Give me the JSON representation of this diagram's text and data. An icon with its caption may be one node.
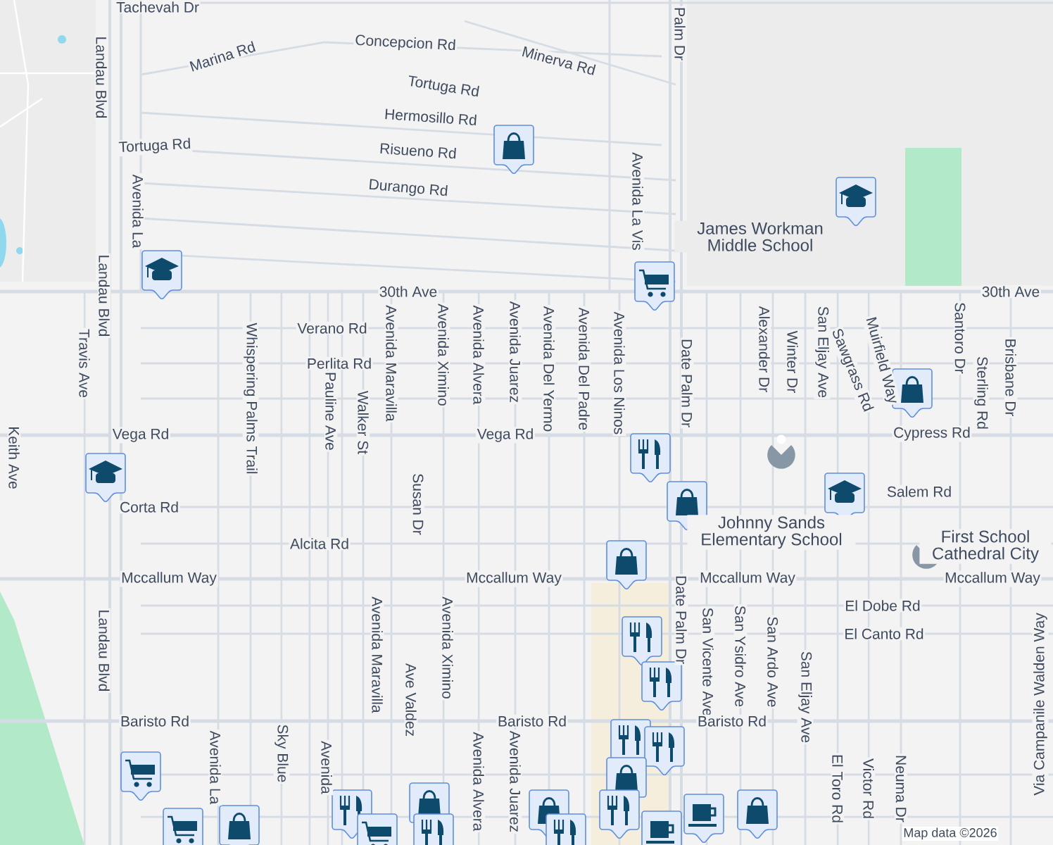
{
  "diagram": {
    "labels": [
      "Tachevah Dr",
      "Palm Dr",
      "Concepcion Rd",
      "Marina Rd",
      "Minerva Rd",
      "Landau Blvd",
      "Tortuga Rd",
      "Hermosillo Rd",
      "Tortuga Rd",
      "Risueno Rd",
      "Durango Rd",
      "Avenida La",
      "Avenida La Vis",
      "James Workman Middle School",
      "Landau Blvd",
      "30th Ave",
      "30th Ave",
      "Verano Rd",
      "Travis Ave",
      "Whispering Palms Trail",
      "Avenida Maravilla",
      "Avenida Ximino",
      "Avenida Alvera",
      "Avenida Juarez",
      "Avenida Del Yermo",
      "Avenida Del Padre",
      "Avenida Los Ninos",
      "Date Palm Dr",
      "Alexander Dr",
      "Winter Dr",
      "San Eljay Ave",
      "Sawgrass Rd",
      "Muirfield Way",
      "Santoro Dr",
      "Brisbane Dr",
      "Perlita Rd",
      "Pauline Ave",
      "Walker St",
      "Vega Rd",
      "Vega Rd",
      "Sterling Rd",
      "Cypress Rd",
      "Keith Ave",
      "Salem Rd",
      "Corta Rd",
      "Susan Dr",
      "Johnny Sands Elementary School",
      "First School Cathedral City",
      "Alcita Rd",
      "Mccallum Way",
      "Mccallum Way",
      "Mccallum Way",
      "Mccallum Way",
      "Landau Blvd",
      "Avenida Maravilla",
      "Avenida Ximino",
      "Date Palm Dr",
      "El Dobe Rd",
      "El Canto Rd",
      "Ave Valdez",
      "San Vicente Ave",
      "San Ysidro Ave",
      "San Ardo Ave",
      "San Eljay Ave",
      "Via Campanile Walden Way",
      "Baristo Rd",
      "Baristo Rd",
      "Baristo Rd",
      "Avenida La",
      "Sky Blue",
      "Avenida",
      "Avenida Alvera",
      "Avenida Juarez",
      "El Toro Rd",
      "Victor Rd",
      "Neuma Dr",
      "Map data ©2026"
    ]
  }
}
